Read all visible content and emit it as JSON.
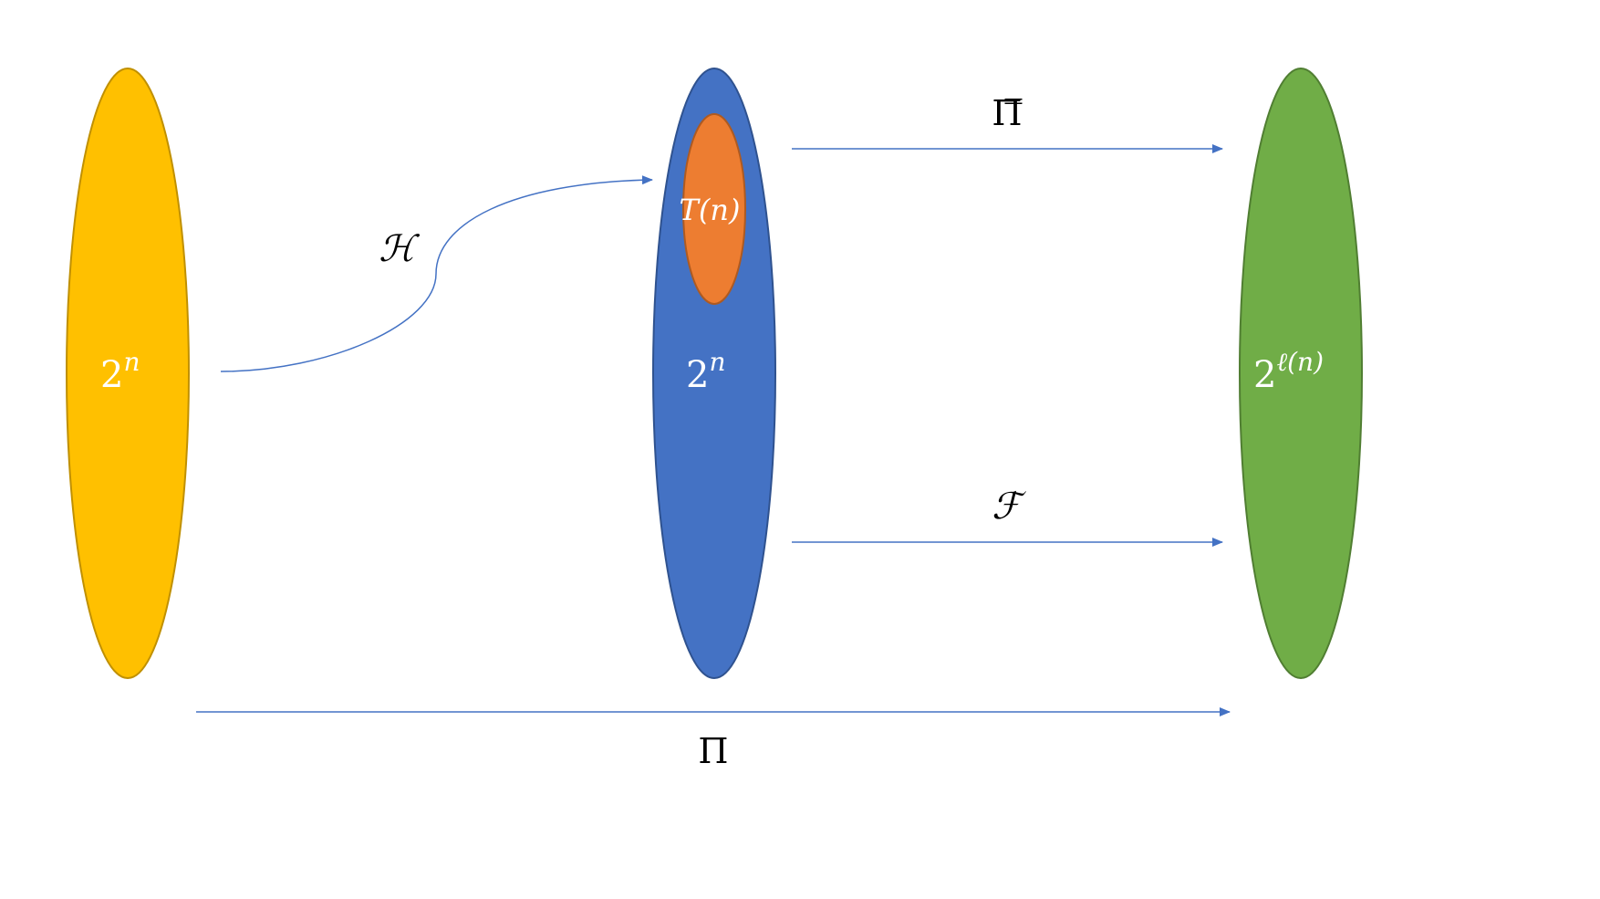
{
  "colors": {
    "left_set": "#FFC000",
    "left_set_stroke": "#C09000",
    "middle_set": "#4472C4",
    "middle_set_stroke": "#2F528F",
    "subset": "#ED7D31",
    "subset_stroke": "#AE5A21",
    "right_set": "#70AD47",
    "right_set_stroke": "#507E32",
    "arrows": "#4472C4"
  },
  "sets": {
    "left": {
      "base": "2",
      "exponent": "n"
    },
    "middle": {
      "base": "2",
      "exponent": "n"
    },
    "subset": {
      "label": "T(n)"
    },
    "right": {
      "base": "2",
      "exponent": "ℓ(n)"
    }
  },
  "maps": {
    "h": {
      "label": "ℋ"
    },
    "pi_bar": {
      "label": "Π̿"
    },
    "f": {
      "label": "ℱ"
    },
    "pi": {
      "label": "Π"
    }
  }
}
